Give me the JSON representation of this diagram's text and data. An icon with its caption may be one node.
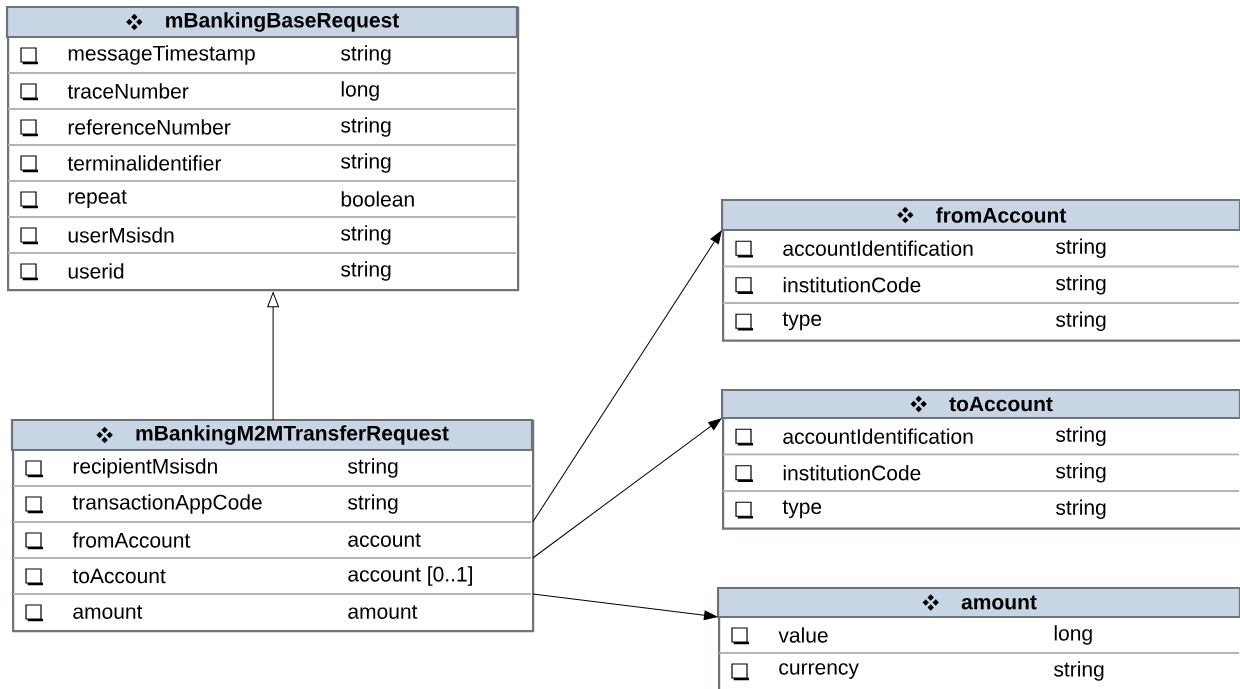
{
  "diagram": {
    "nodes": [
      {
        "text": [
          "mBankingBaseRequest"
        ]
      },
      {
        "text": [
          "messageTimestamp",
          "string"
        ],
        "in": 0
      },
      {
        "text": [
          "traceNumber",
          "long"
        ],
        "in": 0
      },
      {
        "text": [
          "referenceNumber",
          "string"
        ],
        "in": 0
      },
      {
        "text": [
          "terminalidentifier",
          "string"
        ],
        "in": 0
      },
      {
        "text": [
          "repeat",
          "boolean"
        ],
        "in": 0
      },
      {
        "text": [
          "userMsisdn",
          "string"
        ],
        "in": 0
      },
      {
        "text": [
          "userid",
          "string"
        ],
        "in": 0
      },
      {
        "text": [
          "mBankingM2MTransferRequest"
        ]
      },
      {
        "text": [
          "recipientMsisdn",
          "string"
        ],
        "in": 8
      },
      {
        "text": [
          "transactionAppCode",
          "string"
        ],
        "in": 8
      },
      {
        "text": [
          "fromAccount",
          "account"
        ],
        "in": 8
      },
      {
        "text": [
          "toAccount",
          "account [0..1]"
        ],
        "in": 8
      },
      {
        "text": [
          "amount",
          "amount"
        ],
        "in": 8
      },
      {
        "text": [
          "fromAccount"
        ]
      },
      {
        "text": [
          "accountIdentification",
          "string"
        ],
        "in": 14
      },
      {
        "text": [
          "institutionCode",
          "string"
        ],
        "in": 14
      },
      {
        "text": [
          "type",
          "string"
        ],
        "in": 14
      },
      {
        "text": [
          "toAccount"
        ]
      },
      {
        "text": [
          "accountIdentification",
          "string"
        ],
        "in": 18
      },
      {
        "text": [
          "institutionCode",
          "string"
        ],
        "in": 18
      },
      {
        "text": [
          "type",
          "string"
        ],
        "in": 18
      },
      {
        "text": [
          "amount"
        ]
      },
      {
        "text": [
          "value",
          "long"
        ],
        "in": 22
      },
      {
        "text": [
          "currency",
          "string"
        ],
        "in": 22
      }
    ],
    "edges": [
      {
        "from": 8,
        "to": 0,
        "arrow": "to"
      },
      {
        "from": 11,
        "to": 14,
        "arrow": "to"
      },
      {
        "from": 12,
        "to": 18,
        "arrow": "to"
      },
      {
        "from": 13,
        "to": 22,
        "arrow": "to"
      }
    ]
  }
}
